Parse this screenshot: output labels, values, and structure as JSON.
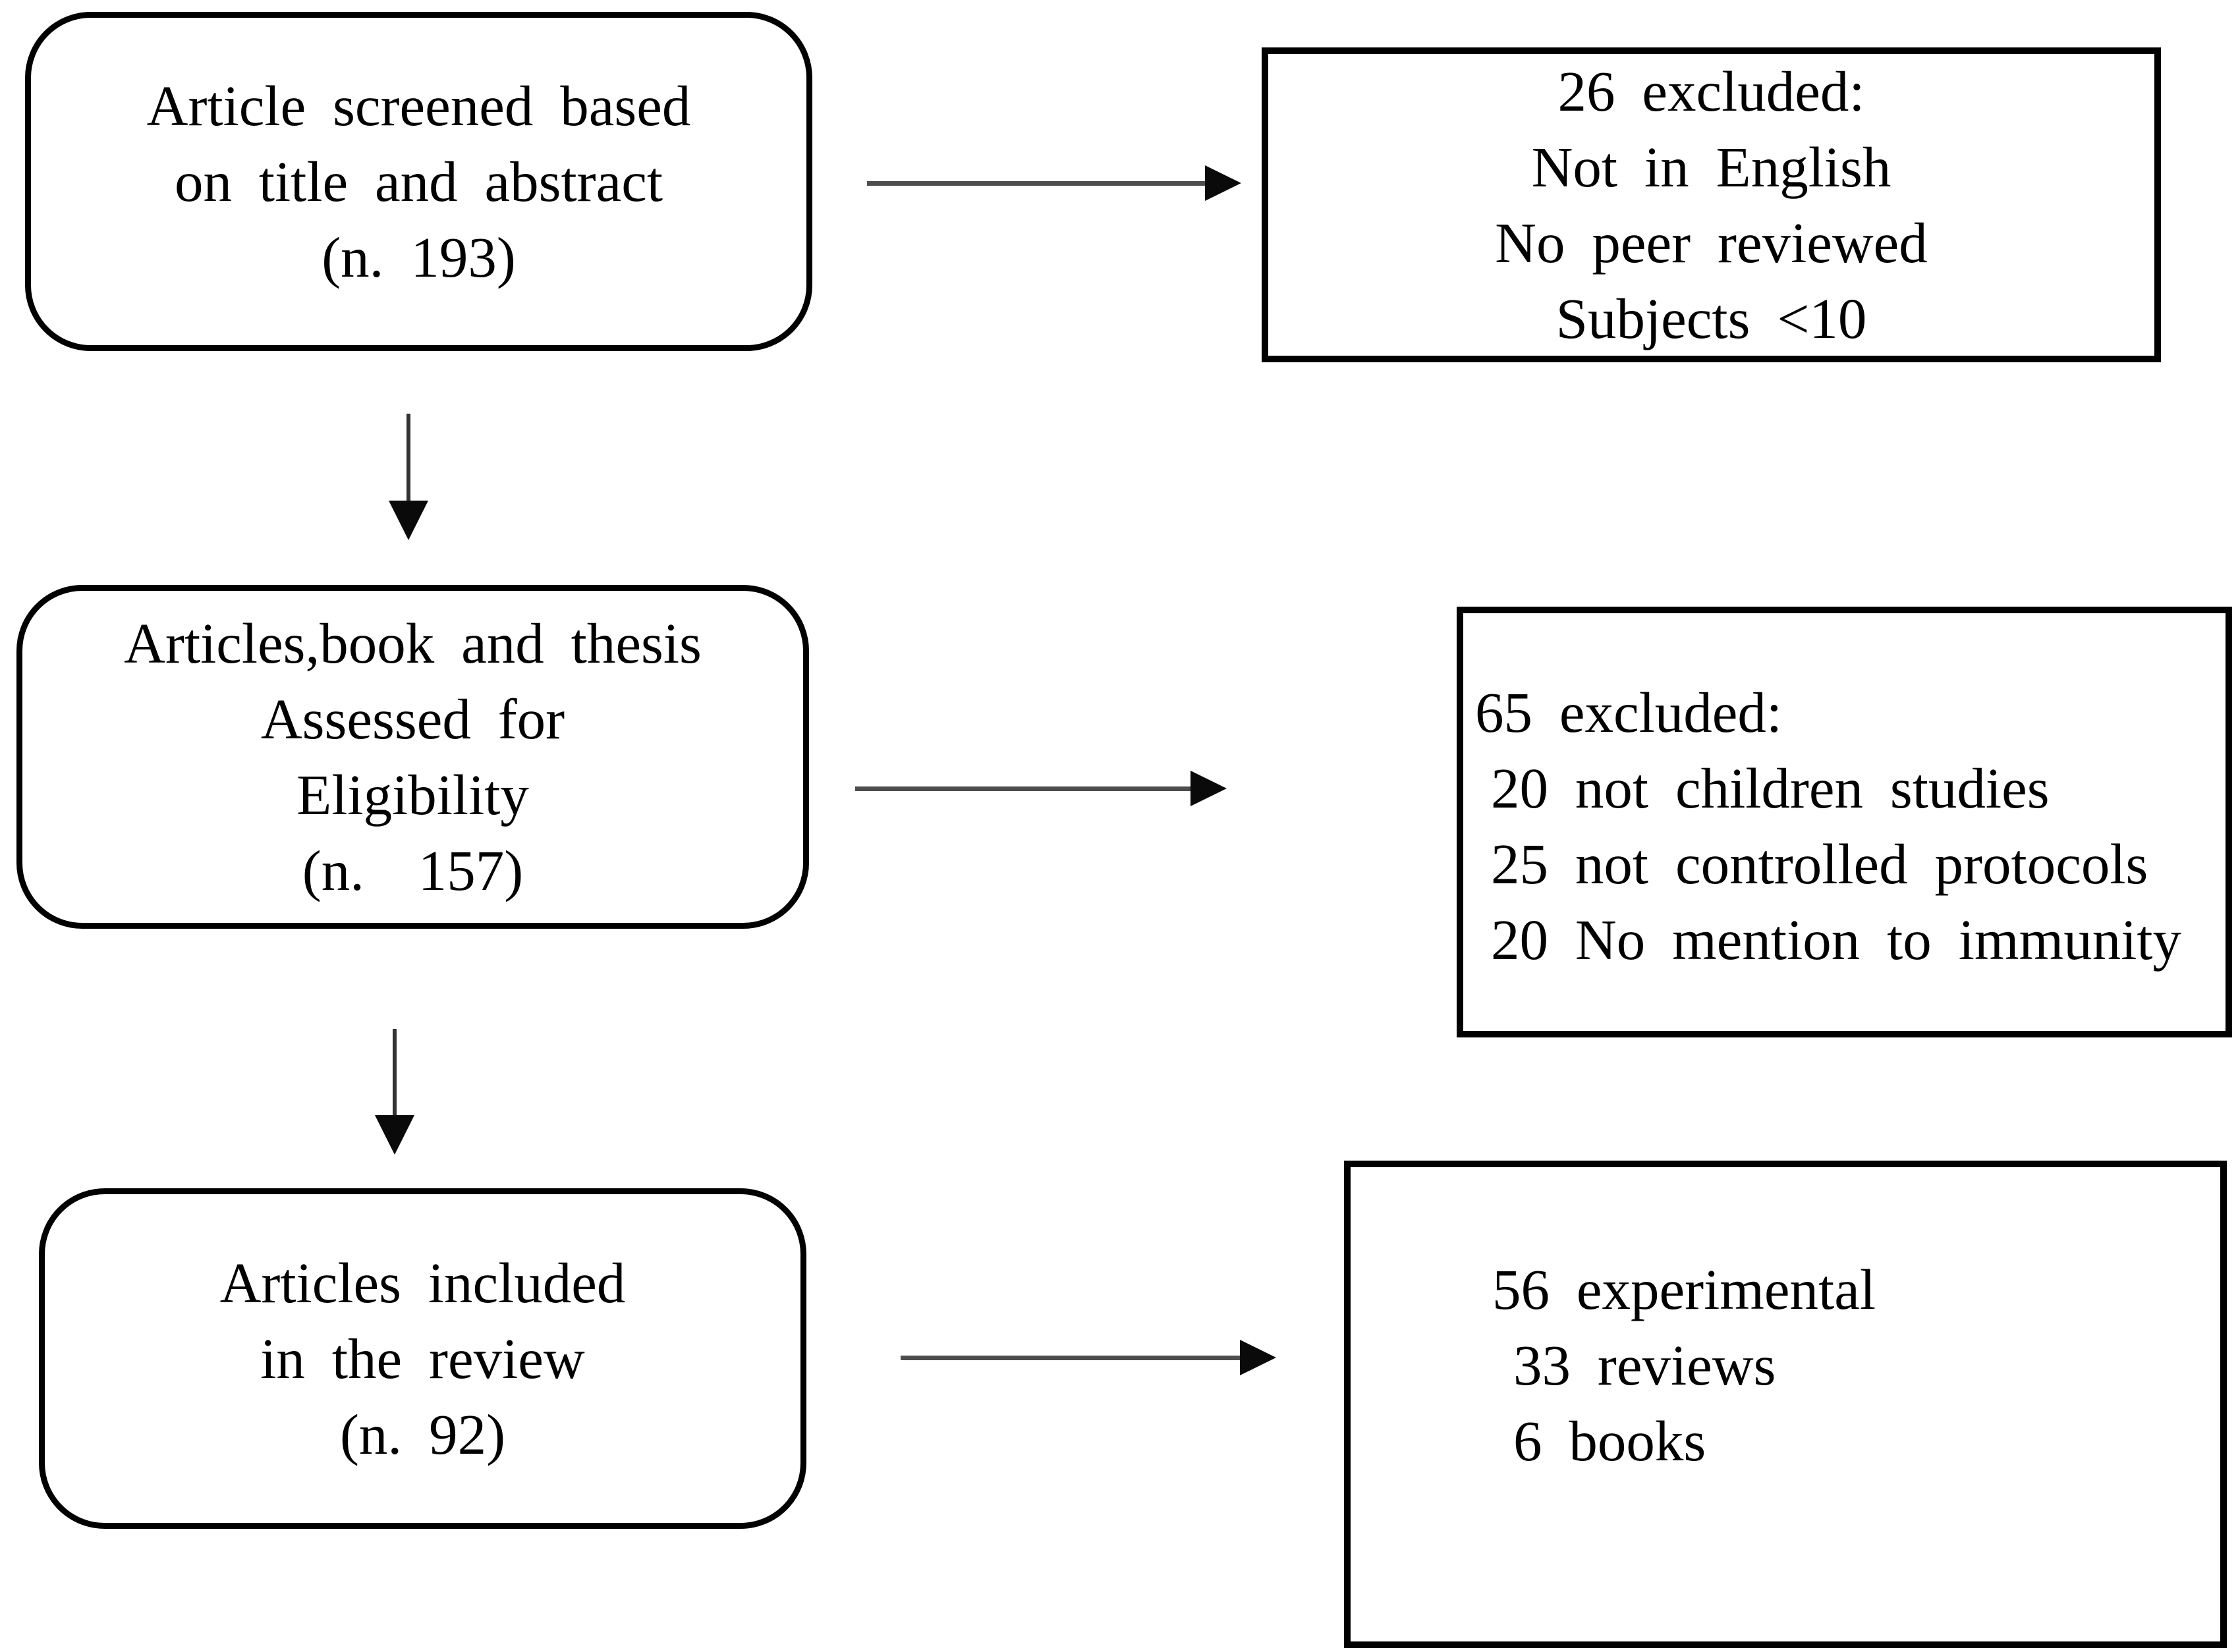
{
  "boxes": {
    "screened": {
      "lines": [
        "Article screened based",
        "on title and abstract",
        "(n. 193)"
      ]
    },
    "excluded_title_abstract": {
      "lines": [
        "26 excluded:",
        "Not in English",
        "No peer reviewed",
        "Subjects <10"
      ]
    },
    "assessed": {
      "lines": [
        "Articles,book and thesis",
        "Assessed for",
        "Eligibility",
        "(n.  157)"
      ]
    },
    "excluded_eligibility": {
      "lines": [
        "65 excluded:",
        "20 not children studies",
        "25 not controlled protocols",
        "20 No mention to immunity"
      ]
    },
    "included": {
      "lines": [
        "Articles included",
        "in the review",
        "(n. 92)"
      ]
    },
    "included_breakdown": {
      "lines": [
        "56 experimental",
        "33 reviews",
        "6 books"
      ]
    }
  },
  "colors": {
    "background": "#ffffff",
    "text": "#000000",
    "box_border": "#000000",
    "arrow_shaft": "#4d4d4d",
    "arrow_head": "#0a0a0a"
  }
}
